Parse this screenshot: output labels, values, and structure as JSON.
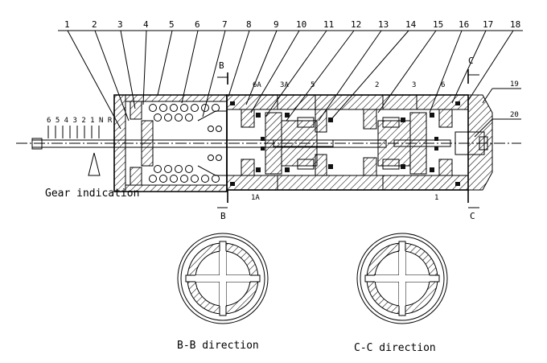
{
  "part_numbers": [
    "1",
    "2",
    "3",
    "4",
    "5",
    "6",
    "7",
    "8",
    "9",
    "10",
    "11",
    "12",
    "13",
    "14",
    "15",
    "16",
    "17",
    "18"
  ],
  "side_numbers": [
    "19",
    "20"
  ],
  "section_markers": {
    "b": "B",
    "c": "C"
  },
  "chamber_labels": {
    "top": [
      "6A",
      "3A",
      "5",
      "2",
      "3",
      "6"
    ],
    "bottom": [
      "1A",
      "1"
    ]
  },
  "gear_scale": "6 5 4 3 2 1 N R",
  "gear_caption": "Gear indication",
  "views": [
    {
      "caption": "B-B direction"
    },
    {
      "caption": "C-C direction"
    }
  ]
}
